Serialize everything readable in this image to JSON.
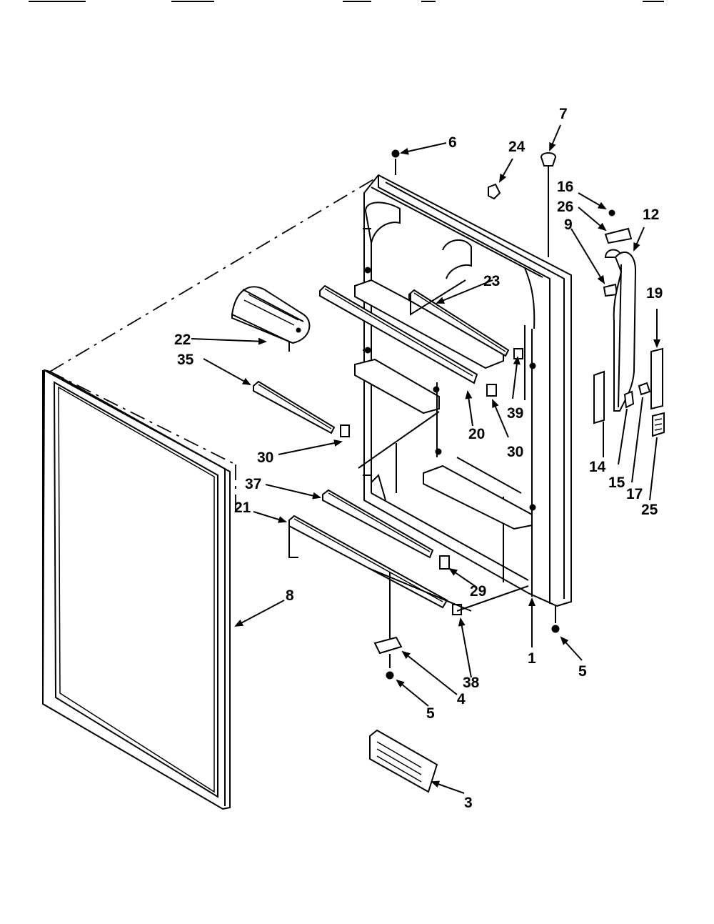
{
  "diagram": {
    "part_numbers": {
      "p1": "1",
      "p3": "3",
      "p4": "4",
      "p5a": "5",
      "p5b": "5",
      "p6": "6",
      "p7": "7",
      "p8": "8",
      "p9": "9",
      "p12": "12",
      "p14": "14",
      "p15": "15",
      "p16": "16",
      "p17": "17",
      "p19": "19",
      "p20": "20",
      "p21": "21",
      "p22": "22",
      "p23": "23",
      "p24": "24",
      "p25": "25",
      "p26": "26",
      "p29": "29",
      "p30a": "30",
      "p30b": "30",
      "p35": "35",
      "p37": "37",
      "p38": "38",
      "p39": "39"
    }
  }
}
